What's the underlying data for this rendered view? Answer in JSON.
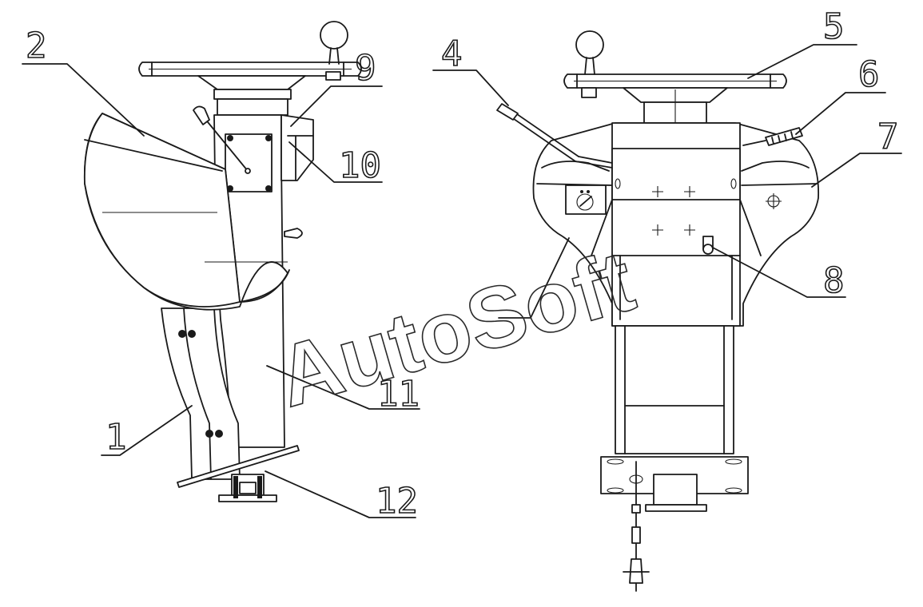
{
  "callouts": {
    "c1": "1",
    "c2": "2",
    "c4": "4",
    "c5": "5",
    "c6": "6",
    "c7": "7",
    "c8": "8",
    "c9": "9",
    "c10": "10",
    "c11": "11",
    "c12": "12"
  },
  "watermark": "AutoSoft",
  "icons": {
    "side_view": "steering-column-side-view",
    "front_view": "steering-column-front-view",
    "gauge": "gauge-icon"
  }
}
